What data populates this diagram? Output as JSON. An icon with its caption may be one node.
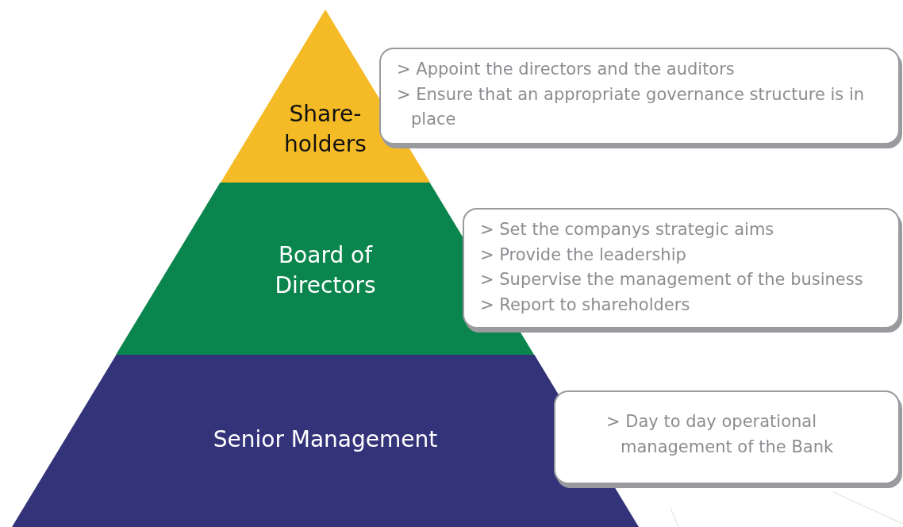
{
  "diagram": {
    "nodes": [
      {
        "text": [
          "Share- holders"
        ]
      },
      {
        "text": [
          "Board of Directors"
        ]
      },
      {
        "text": [
          "Senior Management"
        ]
      },
      {
        "text": [
          "> Appoint the directors and the auditors",
          "> Ensure that an appropriate governance structure is in place"
        ]
      },
      {
        "text": [
          "> Set the companys strategic aims",
          "> Provide the leadership",
          "> Supervise the management of the business",
          "> Report to shareholders"
        ]
      },
      {
        "text": [
          "> Day to day operational management of the Bank"
        ]
      }
    ]
  }
}
